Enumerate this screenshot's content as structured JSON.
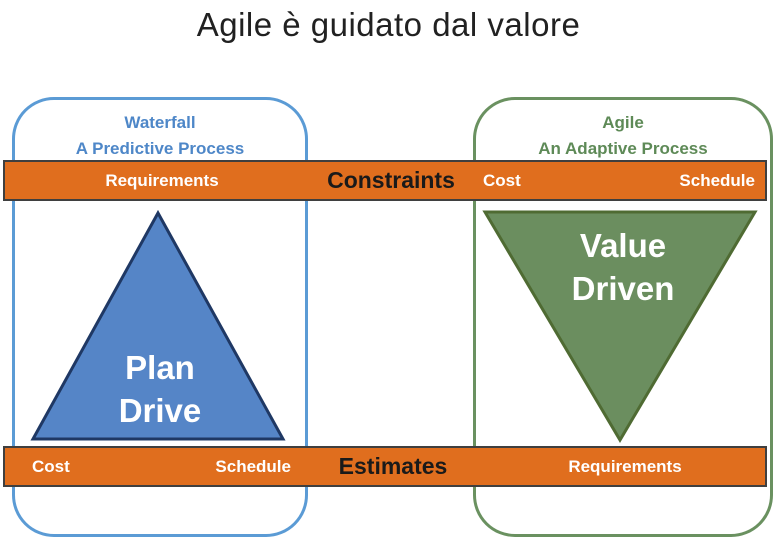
{
  "title": "Agile è guidato dal valore",
  "waterfall": {
    "title": "Waterfall",
    "subtitle": "A Predictive Process",
    "triangle": {
      "line1": "Plan",
      "line2": "Drive"
    }
  },
  "agile": {
    "title": "Agile",
    "subtitle": "An Adaptive Process",
    "triangle": {
      "line1": "Value",
      "line2": "Driven"
    }
  },
  "top_bar": {
    "waterfall_label": "Requirements",
    "center_label": "Constraints",
    "agile_left_label": "Cost",
    "agile_right_label": "Schedule"
  },
  "bottom_bar": {
    "waterfall_left_label": "Cost",
    "waterfall_right_label": "Schedule",
    "center_label": "Estimates",
    "agile_label": "Requirements"
  },
  "colors": {
    "orange": "#E06E1E",
    "bar_border": "#3F3F3F",
    "blue_box_border": "#5B9BD5",
    "blue_text": "#4E87C8",
    "blue_triangle_fill": "#5585C7",
    "blue_triangle_border": "#1F3864",
    "green_box_border": "#6A9160",
    "green_text": "#5E8A57",
    "green_triangle_fill": "#6B8E5F",
    "green_triangle_border": "#4F6B33"
  }
}
